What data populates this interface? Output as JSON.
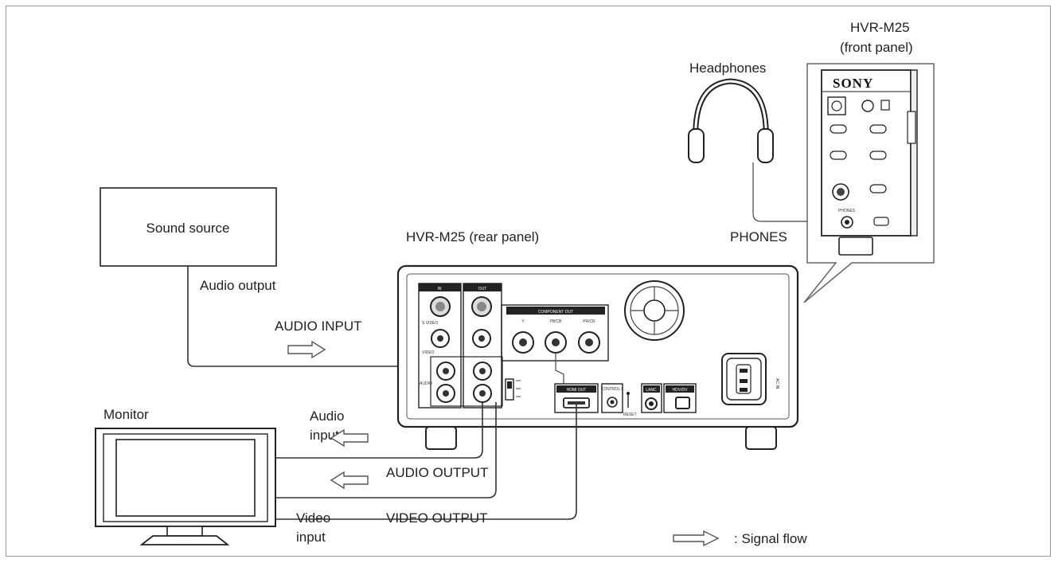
{
  "labels": {
    "sound_source": "Sound source",
    "audio_output": "Audio output",
    "audio_input_flow": "AUDIO INPUT",
    "rear_panel": "HVR-M25 (rear panel)",
    "front_model": "HVR-M25",
    "front_panel": "(front panel)",
    "headphones": "Headphones",
    "phones": "PHONES",
    "monitor": "Monitor",
    "monitor_audio_input_1": "Audio",
    "monitor_audio_input_2": "input",
    "audio_output_flow": "AUDIO OUTPUT",
    "video_output_flow": "VIDEO OUTPUT",
    "video_input_1": "Video",
    "video_input_2": "input",
    "legend": ": Signal flow"
  },
  "rear_panel": {
    "in": "IN",
    "out": "OUT",
    "component_out": "COMPONENT OUT",
    "y": "Y",
    "pb": "PB/CB",
    "pr": "PR/CR",
    "s_video": "S VIDEO",
    "video": "VIDEO",
    "audio": "AUDIO",
    "hdmi_out": "HDMI OUT",
    "control": "CONTROL L",
    "lanc": "LANC",
    "hdv_dv": "HDV/DV",
    "reset": "RESET",
    "ac_in": "AC IN"
  },
  "front_panel": {
    "brand": "SONY",
    "phones_jack": "PHONES"
  }
}
